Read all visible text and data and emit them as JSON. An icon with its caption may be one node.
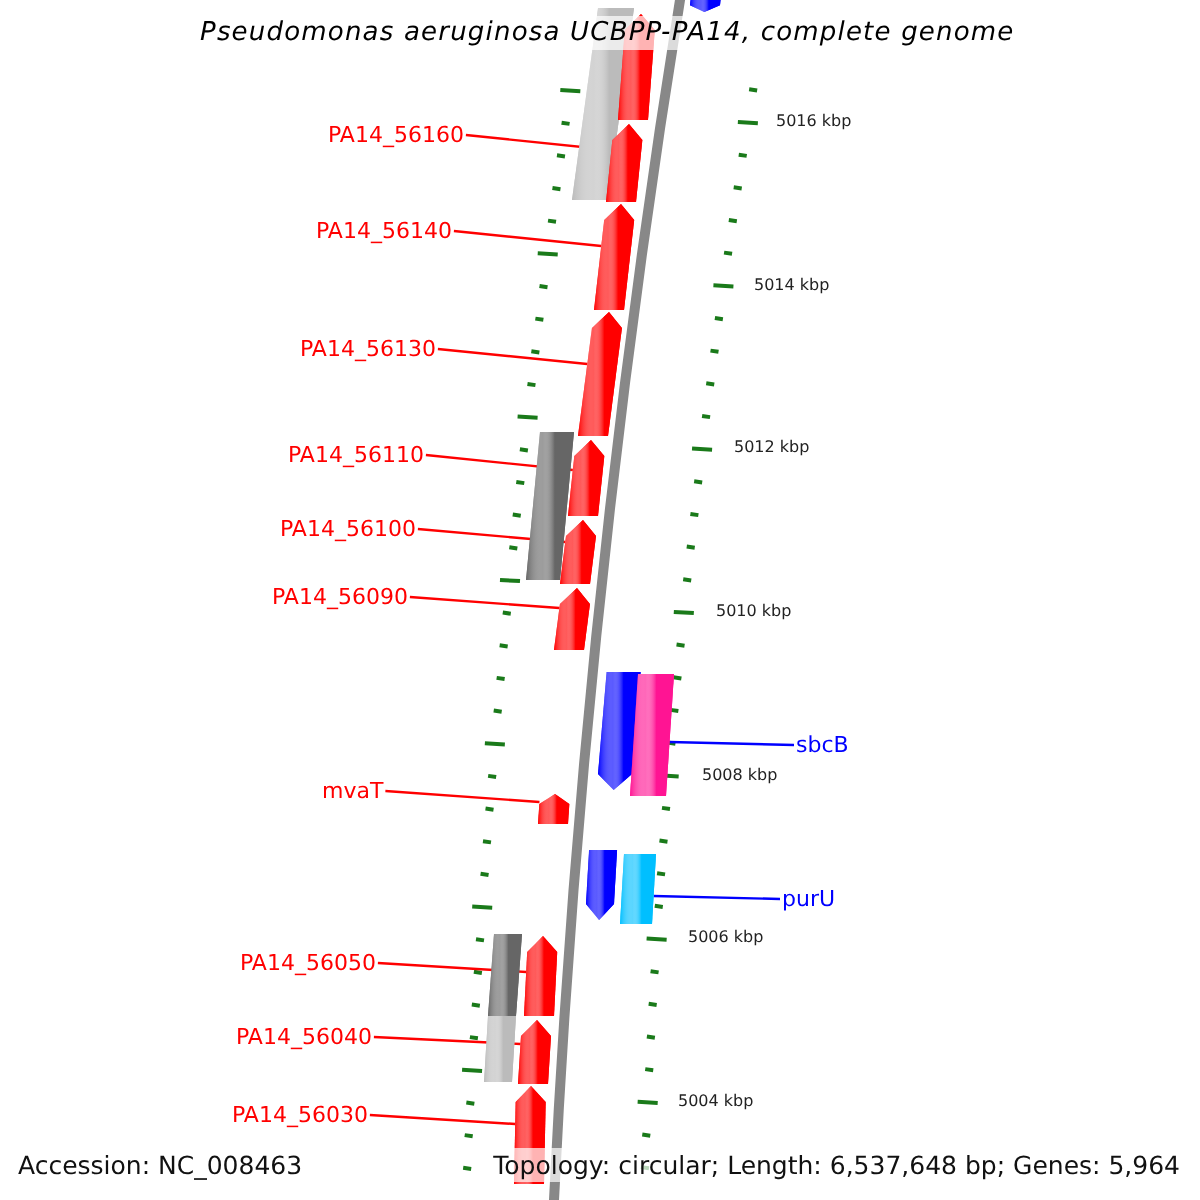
{
  "diagram": {
    "title": "Pseudomonas aeruginosa UCBPP-PA14, complete genome",
    "nodes": [
      {
        "text": [
          "PA14_56160"
        ]
      },
      {
        "text": [
          "PA14_56140"
        ]
      },
      {
        "text": [
          "PA14_56130"
        ]
      },
      {
        "text": [
          "PA14_56110"
        ]
      },
      {
        "text": [
          "PA14_56100"
        ]
      },
      {
        "text": [
          "PA14_56090"
        ]
      },
      {
        "text": [
          "mvaT"
        ]
      },
      {
        "text": [
          "PA14_56050"
        ]
      },
      {
        "text": [
          "PA14_56040"
        ]
      },
      {
        "text": [
          "PA14_56030"
        ]
      },
      {
        "text": [
          "sbcB"
        ]
      },
      {
        "text": [
          "purU"
        ]
      },
      {
        "text": [],
        "shape": "pentagon"
      },
      {
        "text": [],
        "shape": "box"
      },
      {
        "text": [],
        "shape": "pentagon"
      },
      {
        "text": [],
        "shape": "pentagon"
      },
      {
        "text": [],
        "shape": "pentagon"
      },
      {
        "text": [],
        "shape": "pentagon"
      },
      {
        "text": [],
        "shape": "box"
      },
      {
        "text": [],
        "shape": "pentagon"
      },
      {
        "text": [],
        "shape": "pentagon"
      },
      {
        "text": [],
        "shape": "pentagon"
      },
      {
        "text": [],
        "shape": "pentagon"
      },
      {
        "text": [],
        "shape": "box"
      },
      {
        "text": [],
        "shape": "pentagon"
      },
      {
        "text": [],
        "shape": "pentagon"
      },
      {
        "text": [],
        "shape": "box"
      },
      {
        "text": [],
        "shape": "box"
      },
      {
        "text": [],
        "shape": "pentagon"
      },
      {
        "text": [],
        "shape": "box"
      },
      {
        "text": [],
        "shape": "pentagon"
      },
      {
        "text": [],
        "shape": "pentagon"
      }
    ],
    "edges": [
      {
        "from": 0,
        "to": 15,
        "arrow": "none"
      },
      {
        "from": 1,
        "to": 16,
        "arrow": "none"
      },
      {
        "from": 2,
        "to": 17,
        "arrow": "none"
      },
      {
        "from": 3,
        "to": 19,
        "arrow": "none"
      },
      {
        "from": 4,
        "to": 20,
        "arrow": "none"
      },
      {
        "from": 5,
        "to": 21,
        "arrow": "none"
      },
      {
        "from": 6,
        "to": 24,
        "arrow": "none"
      },
      {
        "from": 7,
        "to": 28,
        "arrow": "none"
      },
      {
        "from": 8,
        "to": 30,
        "arrow": "none"
      },
      {
        "from": 9,
        "to": 31,
        "arrow": "none"
      },
      {
        "from": 10,
        "to": 23,
        "arrow": "none",
        "color": "#0000ff"
      },
      {
        "from": 11,
        "to": 26,
        "arrow": "none",
        "color": "#0000ff"
      }
    ],
    "labels": [
      "5016 kbp",
      "5014 kbp",
      "5012 kbp",
      "5010 kbp",
      "5008 kbp",
      "5006 kbp",
      "5004 kbp",
      "Accession: NC_008463",
      "Topology: circular; Length: 6,537,648 bp; Genes: 5,964"
    ]
  }
}
